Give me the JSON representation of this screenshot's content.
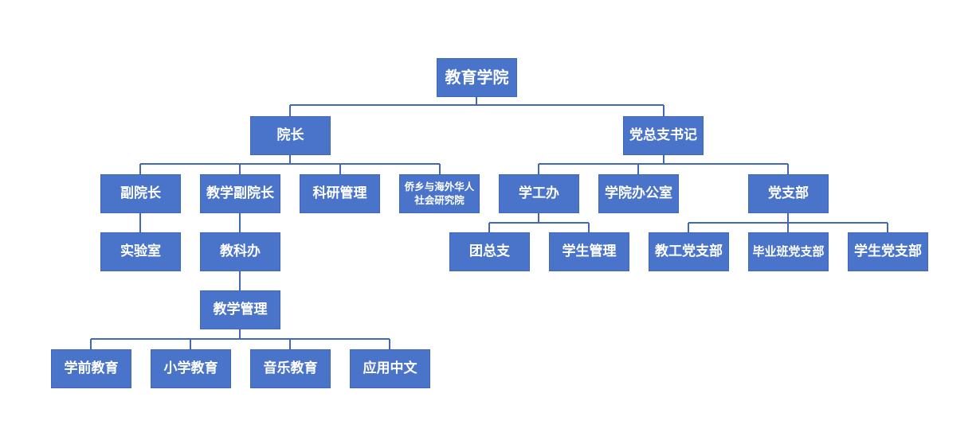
{
  "colors": {
    "box_fill": "#4a74c9",
    "connector": "#4169b8",
    "text": "#ffffff",
    "background": "#ffffff"
  },
  "org_chart": {
    "root": "教育学院",
    "dean": "院长",
    "party_secretary": "党总支书记",
    "vice_dean": "副院长",
    "teaching_vice_dean": "教学副院长",
    "research_management": "科研管理",
    "overseas_chinese_institute": "侨乡与海外华人\n社会研究院",
    "student_affairs_office": "学工办",
    "college_office": "学院办公室",
    "party_branch": "党支部",
    "laboratory": "实验室",
    "teaching_research_office": "教科办",
    "teaching_management": "教学管理",
    "youth_league_branch": "团总支",
    "student_management": "学生管理",
    "faculty_party_branch": "教工党支部",
    "graduating_class_party_branch": "毕业班党支部",
    "student_party_branch": "学生党支部",
    "preschool_education": "学前教育",
    "primary_education": "小学教育",
    "music_education": "音乐教育",
    "applied_chinese": "应用中文"
  }
}
